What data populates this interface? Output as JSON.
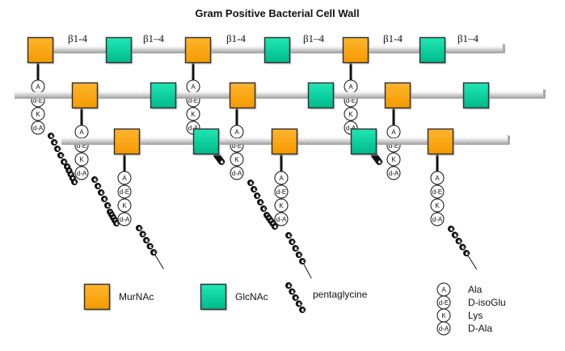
{
  "title": "Gram Positive Bacterial Cell Wall",
  "colors": {
    "murnac": "#FFA500",
    "glcnac": "#00D9A3",
    "outline": "#333333",
    "backbone": "#cfcfcf"
  },
  "linkages": [
    "β1-4",
    "β1–4",
    "β1-4",
    "β1–4",
    "β1-4",
    "β1–4"
  ],
  "amino_acids": [
    "A",
    "d-E",
    "K",
    "d-A"
  ],
  "strands": [
    {
      "name": "strand-1",
      "sugars": [
        "MurNAc",
        "GlcNAc",
        "MurNAc",
        "GlcNAc",
        "MurNAc",
        "GlcNAc"
      ],
      "peptides_on": [
        0,
        2,
        4
      ]
    },
    {
      "name": "strand-2",
      "sugars": [
        "MurNAc",
        "GlcNAc",
        "MurNAc",
        "GlcNAc",
        "MurNAc",
        "GlcNAc"
      ],
      "peptides_on": [
        0,
        2,
        4
      ]
    },
    {
      "name": "strand-3",
      "sugars": [
        "MurNAc",
        "GlcNAc",
        "MurNAc",
        "GlcNAc",
        "MurNAc"
      ],
      "peptides_on": [
        0,
        4
      ]
    }
  ],
  "legend": {
    "murnac_label": "MurNAc",
    "glcnac_label": "GlcNAc",
    "pentaglycine_label": "pentaglycine",
    "amino_acids": [
      {
        "symbol": "A",
        "name": "Ala"
      },
      {
        "symbol": "d-E",
        "name": "D-isoGlu"
      },
      {
        "symbol": "K",
        "name": "Lys"
      },
      {
        "symbol": "d-A",
        "name": "D-Ala"
      }
    ]
  }
}
